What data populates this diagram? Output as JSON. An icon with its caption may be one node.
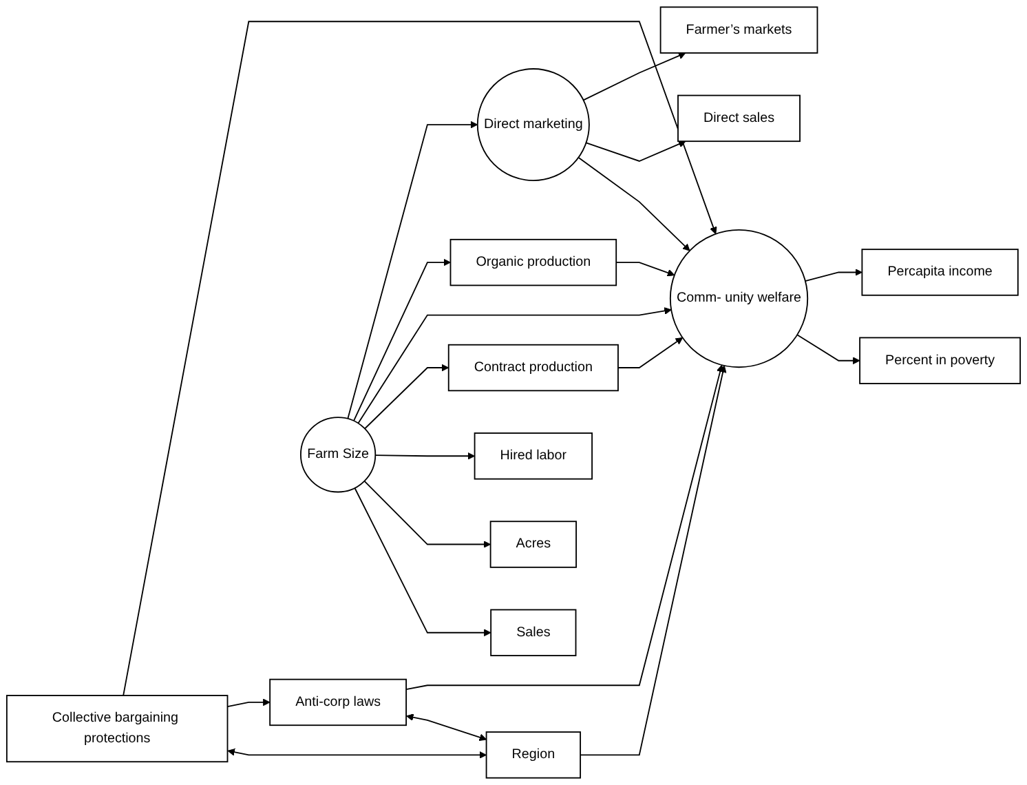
{
  "diagram": {
    "nodes": [
      {
        "text": [
          "Anti-corp laws"
        ]
      },
      {
        "text": [
          "Collective bargaining protections"
        ]
      },
      {
        "text": [
          "Region"
        ]
      },
      {
        "text": [
          "Sales"
        ]
      },
      {
        "text": [
          "Farm Size"
        ]
      },
      {
        "text": [
          "Contract production"
        ]
      },
      {
        "text": [
          "Comm- unity welfare"
        ]
      },
      {
        "text": [
          "Percent in poverty"
        ]
      },
      {
        "text": [
          "Acres"
        ]
      },
      {
        "text": [
          "Organic production"
        ]
      },
      {
        "text": [
          "Percapita income"
        ]
      },
      {
        "text": [
          "Hired labor"
        ]
      },
      {
        "text": [
          "Direct marketing"
        ]
      },
      {
        "text": [
          "Direct sales"
        ]
      },
      {
        "text": [
          "Farmer’s markets"
        ]
      }
    ],
    "edges": [
      {
        "from": 0,
        "to": 2,
        "arrow": "both"
      },
      {
        "from": 1,
        "to": 2,
        "arrow": "both"
      },
      {
        "from": 1,
        "to": 0,
        "arrow": "to"
      },
      {
        "from": 0,
        "to": 6,
        "arrow": "to"
      },
      {
        "from": 1,
        "to": 6,
        "arrow": "to"
      },
      {
        "from": 2,
        "to": 6,
        "arrow": "to"
      },
      {
        "from": 4,
        "to": 3,
        "arrow": "to"
      },
      {
        "from": 4,
        "to": 8,
        "arrow": "to"
      },
      {
        "from": 4,
        "to": 11,
        "arrow": "to"
      },
      {
        "from": 4,
        "to": 5,
        "arrow": "to"
      },
      {
        "from": 4,
        "to": 6,
        "arrow": "to"
      },
      {
        "from": 4,
        "to": 9,
        "arrow": "to"
      },
      {
        "from": 4,
        "to": 12,
        "arrow": "to"
      },
      {
        "from": 5,
        "to": 6,
        "arrow": "to"
      },
      {
        "from": 9,
        "to": 6,
        "arrow": "to"
      },
      {
        "from": 12,
        "to": 6,
        "arrow": "to"
      },
      {
        "from": 6,
        "to": 7,
        "arrow": "to"
      },
      {
        "from": 6,
        "to": 10,
        "arrow": "to"
      },
      {
        "from": 12,
        "to": 13,
        "arrow": "to"
      },
      {
        "from": 12,
        "to": 14,
        "arrow": "to"
      }
    ]
  }
}
